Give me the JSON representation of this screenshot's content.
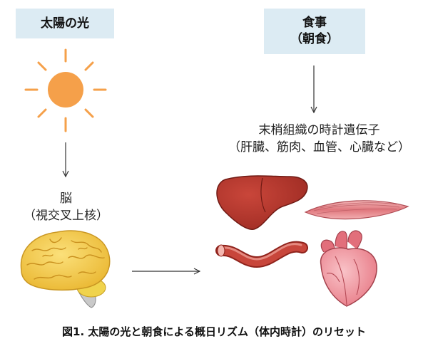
{
  "sun_box": {
    "label": "太陽の光"
  },
  "food_box": {
    "line1": "食事",
    "line2": "（朝食）"
  },
  "brain_label": {
    "line1": "脳",
    "line2": "（視交叉上核）"
  },
  "tissue_label": {
    "line1": "末梢組織の時計遺伝子",
    "line2": "（肝臓、筋肉、血管、心臓など）"
  },
  "caption": "図1. 太陽の光と朝食による概日リズム（体内時計）のリセット",
  "icons": [
    "sun-icon",
    "brain-icon",
    "liver-icon",
    "muscle-icon",
    "blood-vessel-icon",
    "heart-icon"
  ],
  "colors": {
    "box_bg": "#dcebf3",
    "sun": "#f5a04a",
    "brain": "#f3cc45",
    "organ_red": "#b8322a",
    "muscle": "#e58a8e",
    "heart": "#ee8f98"
  }
}
